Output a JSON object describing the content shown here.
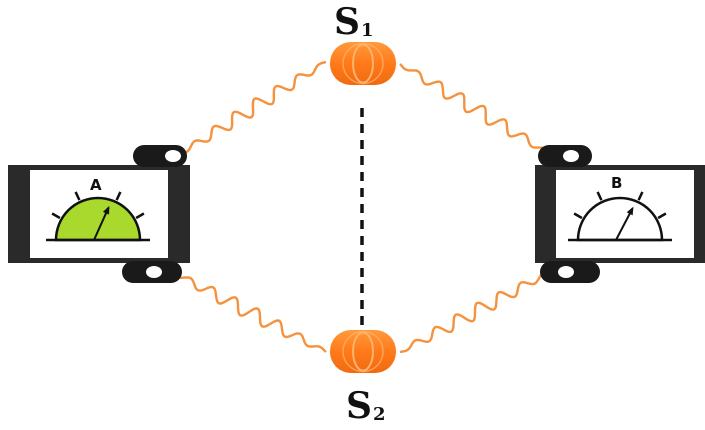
{
  "sources": {
    "s1": {
      "letter": "S",
      "sub": "1"
    },
    "s2": {
      "letter": "S",
      "sub": "2"
    }
  },
  "detectors": {
    "a": {
      "label": "A",
      "fill": "#a9d92c",
      "needle_level": 0.6
    },
    "b": {
      "label": "B",
      "fill": "#ffffff",
      "needle_level": 0.62
    }
  },
  "colors": {
    "source": "#ff7a1a",
    "wave": "#f5923e",
    "outline": "#111111",
    "housing": "#2a2a2a"
  },
  "icons": {
    "source": "photon-source-icon",
    "meter": "analog-meter-icon",
    "housing": "detector-housing-icon"
  }
}
